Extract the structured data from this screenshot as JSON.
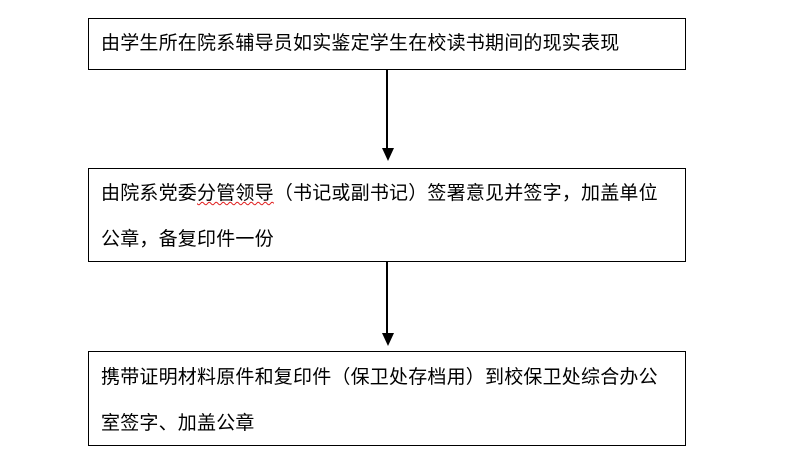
{
  "document": {
    "type": "flowchart",
    "background_color": "#ffffff",
    "text_color": "#000000",
    "border_color": "#000000",
    "spellcheck_underline_color": "#e01b1b"
  },
  "flow": {
    "steps": [
      {
        "id": "step-1",
        "text": "由学生所在院系辅导员如实鉴定学生在校读书期间的现实表现"
      },
      {
        "id": "step-2",
        "text_before": "由院系党委",
        "text_spellcheck": "分管领导",
        "text_after": "（书记或副书记）签署意见并签字，加盖单位公章，备复印件一份"
      },
      {
        "id": "step-3",
        "text": "携带证明材料原件和复印件（保卫处存档用）到校保卫处综合办公室签字、加盖公章"
      }
    ],
    "connectors": [
      {
        "id": "arrow-1",
        "from": "step-1",
        "to": "step-2",
        "direction": "down"
      },
      {
        "id": "arrow-2",
        "from": "step-2",
        "to": "step-3",
        "direction": "down"
      }
    ]
  }
}
